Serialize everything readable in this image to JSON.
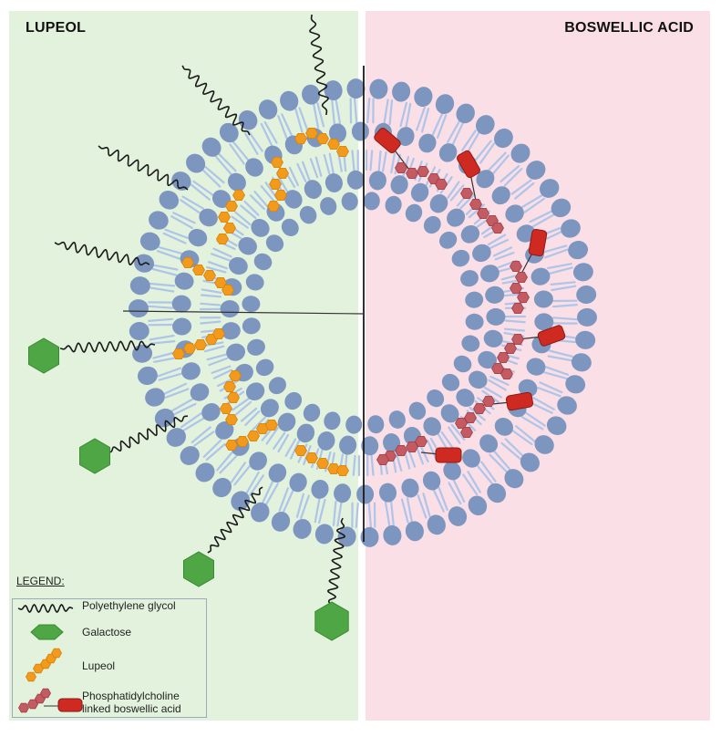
{
  "panels": {
    "left_title": "LUPEOL",
    "right_title": "BOSWELLIC ACID"
  },
  "legend": {
    "title": "LEGEND:",
    "items": [
      {
        "label": "Polyethylene glycol",
        "icon": "peg-chain-icon"
      },
      {
        "label": "Galactose",
        "icon": "galactose-hexagon-icon"
      },
      {
        "label": "Lupeol",
        "icon": "lupeol-molecule-icon"
      },
      {
        "label": "Phosphatidylcholine linked boswellic acid",
        "icon": "pc-boswellic-acid-icon"
      }
    ]
  },
  "colors": {
    "left_background": "#e3f2dc",
    "right_background": "#fadfe6",
    "phospholipid_head": "#7d96bf",
    "lipid_tail": "#aec4e8",
    "peg_chain": "#1a1a1a",
    "galactose": "#4ea645",
    "lupeol": "#f29a1c",
    "boswellic_acid_molecule": "#c45a62",
    "phosphatidylcholine_capsule": "#cf2a22"
  }
}
